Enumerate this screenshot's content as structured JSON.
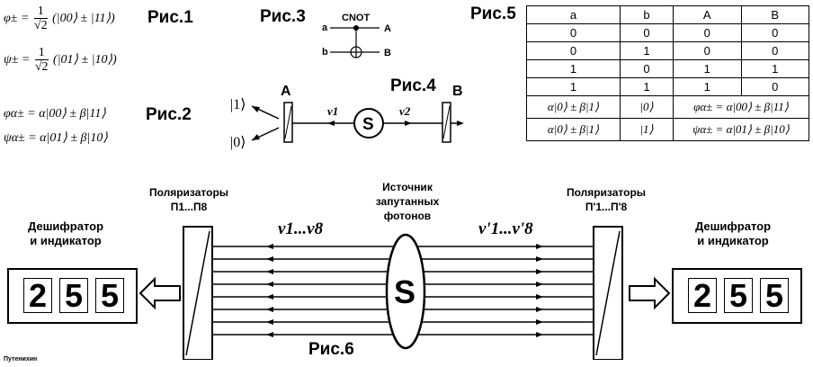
{
  "fig1": {
    "label": "Рис.1",
    "phi_lhs": "φ±",
    "phi_rhs": "(|00⟩ ± |11⟩)",
    "psi_lhs": "ψ±",
    "psi_rhs": "(|01⟩ ± |10⟩)",
    "frac_num": "1",
    "frac_den": "√2"
  },
  "fig2": {
    "label": "Рис.2",
    "eq1": "φα± = α|00⟩ ± β|11⟩",
    "eq2": "ψα± = α|01⟩ ± β|10⟩"
  },
  "fig3": {
    "label": "Рис.3",
    "gate": "CNOT",
    "in_a": "a",
    "in_b": "b",
    "out_a": "A",
    "out_b": "B"
  },
  "fig4": {
    "label": "Рис.4",
    "state1": "|1⟩",
    "state0": "|0⟩",
    "pol_a": "A",
    "pol_b": "B",
    "nu1": "ν1",
    "nu2": "ν2",
    "source": "S"
  },
  "fig5": {
    "label": "Рис.5",
    "headers": [
      "a",
      "b",
      "A",
      "B"
    ],
    "rows": [
      [
        "0",
        "0",
        "0",
        "0"
      ],
      [
        "0",
        "1",
        "0",
        "0"
      ],
      [
        "1",
        "0",
        "1",
        "1"
      ],
      [
        "1",
        "1",
        "1",
        "0"
      ]
    ],
    "math_rows": [
      [
        "α|0⟩ ± β|1⟩",
        "|0⟩",
        "φα± = α|00⟩ ± β|11⟩"
      ],
      [
        "α|0⟩ ± β|1⟩",
        "|1⟩",
        "ψα± = α|01⟩ ± β|10⟩"
      ]
    ]
  },
  "fig6": {
    "label": "Рис.6",
    "polarizers_left": "Поляризаторы",
    "polarizers_left_range": "П1...П8",
    "polarizers_right": "Поляризаторы",
    "polarizers_right_range": "П'1...П'8",
    "source_caption_1": "Источник",
    "source_caption_2": "запутанных",
    "source_caption_3": "фотонов",
    "beams_left": "ν1...ν8",
    "beams_right": "ν'1...ν'8",
    "decoder_left_1": "Дешифратор",
    "decoder_left_2": "и индикатор",
    "decoder_right_1": "Дешифратор",
    "decoder_right_2": "и индикатор",
    "source": "S",
    "left_digits": [
      "2",
      "5",
      "5"
    ],
    "right_digits": [
      "2",
      "5",
      "5"
    ]
  },
  "author": "Путенихин"
}
